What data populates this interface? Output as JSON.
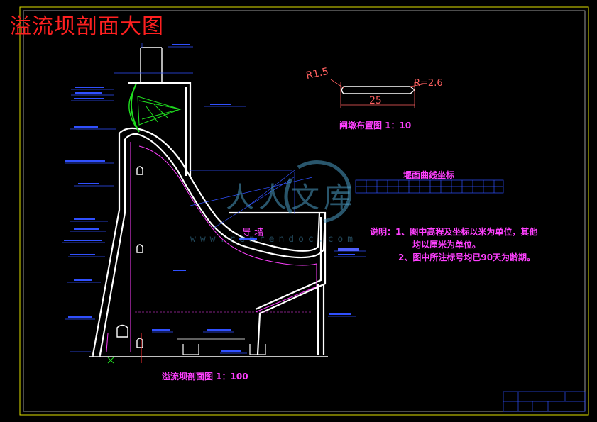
{
  "title": "溢流坝剖面大图",
  "pier": {
    "title": "闸墩布置图  1：10",
    "r_left": "R1.5",
    "r_right": "R=2.6",
    "length": "25"
  },
  "section": {
    "title": "溢流坝剖面图  1：100"
  },
  "guide_wall": "导  墙",
  "curve_table": {
    "title": "堰面曲线坐标"
  },
  "notes": [
    "说明：1、图中高程及坐标以米为单位，其他",
    "均以厘米为单位。",
    "2、图中所注标号均已90天为龄期。"
  ],
  "watermark": {
    "text": "人人文库",
    "url": "www.renrendoc.com"
  },
  "colors": {
    "background": "#000000",
    "outline": "#ffffff",
    "title_red": "#ff2020",
    "label_magenta": "#ff40ff",
    "dimension_blue": "#3050ff",
    "gate_green": "#20e020",
    "frame_yellow": "#e0e000",
    "watermark_teal": "#4a9cc4"
  }
}
